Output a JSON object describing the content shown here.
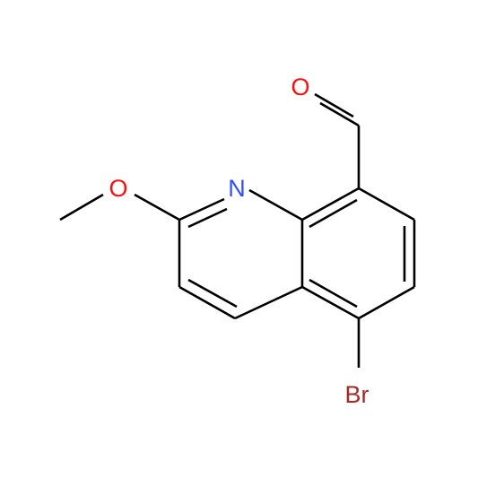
{
  "molecule": {
    "atoms": {
      "aldehyde_oxygen": {
        "label": "O",
        "color": "#ff0d0d"
      },
      "methoxy_oxygen": {
        "label": "O",
        "color": "#ff0d0d"
      },
      "ring_nitrogen": {
        "label": "N",
        "color": "#3050f8"
      },
      "bromine": {
        "label": "Br",
        "color": "#a62929"
      }
    },
    "bond_color": "#000000",
    "background": "#ffffff"
  }
}
